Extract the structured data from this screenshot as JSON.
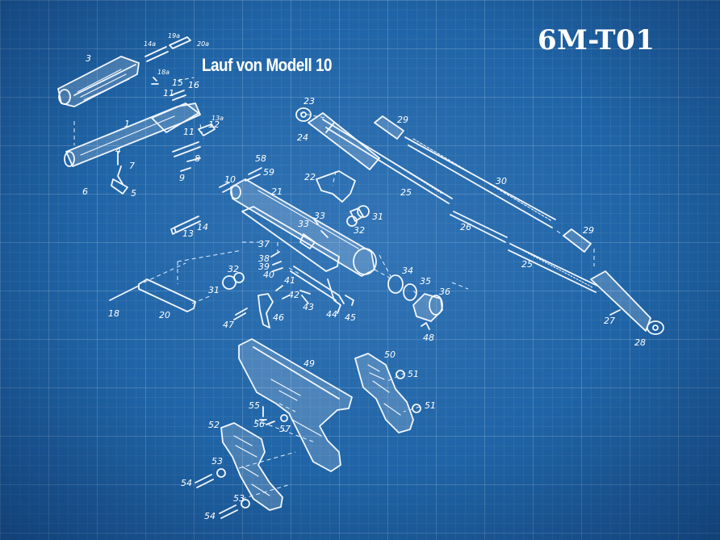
{
  "header": {
    "title": "6M-T01",
    "subtitle": "Lauf von Modell 10"
  },
  "colors": {
    "background": "#1f64a6",
    "ink": "#f2f7ff"
  },
  "part_numbers": {
    "p1": "1",
    "p3": "3",
    "p4": "4",
    "p5": "5",
    "p6": "6",
    "p7": "7",
    "p8": "8",
    "p9": "9",
    "p10": "10",
    "p11a": "11",
    "p11b": "11",
    "p12": "12",
    "p13": "13",
    "p13a": "13a",
    "p14": "14",
    "p14a": "14a",
    "p15": "15",
    "p16": "16",
    "p18": "18",
    "p18a": "18a",
    "p19a": "19a",
    "p20": "20",
    "p20a": "20a",
    "p21": "21",
    "p22": "22",
    "p23": "23",
    "p24": "24",
    "p25a": "25",
    "p25b": "25",
    "p26": "26",
    "p27": "27",
    "p28": "28",
    "p29a": "29",
    "p29b": "29",
    "p30": "30",
    "p31a": "31",
    "p31b": "31",
    "p32a": "32",
    "p32b": "32",
    "p33a": "33",
    "p33b": "33",
    "p34": "34",
    "p35": "35",
    "p36": "36",
    "p37": "37",
    "p38": "38",
    "p39": "39",
    "p40": "40",
    "p41": "41",
    "p42": "42",
    "p43": "43",
    "p44": "44",
    "p45": "45",
    "p46": "46",
    "p47": "47",
    "p48": "48",
    "p49": "49",
    "p50": "50",
    "p51a": "51",
    "p51b": "51",
    "p52": "52",
    "p53a": "53",
    "p53b": "53",
    "p54a": "54",
    "p54b": "54",
    "p55": "55",
    "p56": "56",
    "p57": "57",
    "p58": "58",
    "p59": "59"
  }
}
